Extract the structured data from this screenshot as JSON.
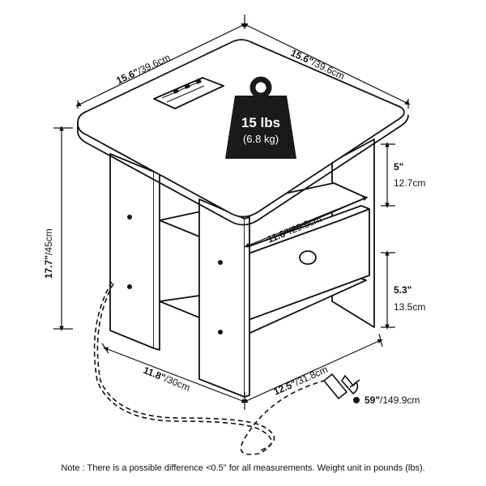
{
  "dimensions": {
    "top_left": {
      "inch": "15.6\"",
      "cm": "/39.6cm"
    },
    "top_right": {
      "inch": "15.6\"",
      "cm": "/39.6cm"
    },
    "height": {
      "inch": "17.7\"",
      "cm": "/45cm"
    },
    "shelf_gap": {
      "inch": "5\"",
      "cm": "12.7cm"
    },
    "drawer_width": {
      "inch": "11.6\"",
      "cm": "/29.5cm"
    },
    "bottom_gap": {
      "inch": "5.3\"",
      "cm": "13.5cm"
    },
    "depth": {
      "inch": "11.8\"",
      "cm": "/30cm"
    },
    "cord_front": {
      "inch": "12.5\"",
      "cm": "/31.8cm"
    },
    "cord_total": {
      "inch": "59\"",
      "cm": "/149.9cm"
    }
  },
  "weight": {
    "lbs": "15 lbs",
    "kg": "(6.8 kg)"
  },
  "note": "Note : There is a possible difference <0.5\" for all measurements. Weight unit in pounds (lbs).",
  "colors": {
    "line": "#111111",
    "weight_badge": "#1a1a1a"
  }
}
